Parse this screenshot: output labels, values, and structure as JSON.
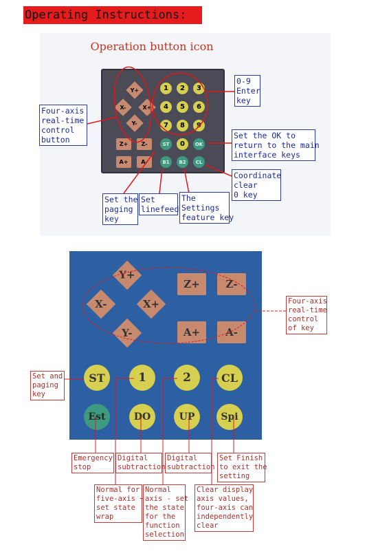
{
  "header": {
    "title": "Operating Instructions:"
  },
  "subtitle": "Operation button icon",
  "keypad1": {
    "arrows": [
      "Y+",
      "X-",
      "X+",
      "Y-"
    ],
    "digits": [
      "1",
      "2",
      "3",
      "4",
      "5",
      "6",
      "7",
      "8",
      "9"
    ],
    "row4": [
      "Z+",
      "Z-",
      "ST",
      "0",
      "OK"
    ],
    "row5": [
      "A+",
      "A-",
      "B1",
      "B2",
      "CL"
    ]
  },
  "labels1": {
    "four_axis": "Four-axis\nreal-time\ncontrol\nbutton",
    "digits_enter": "0-9\nEnter\nkey",
    "ok_key": "Set the OK to\nreturn to the main\ninterface keys",
    "coord_clear": "Coordinate\nclear\n0 key",
    "paging": "Set the\npaging\nkey",
    "linefeed": "Set\nlinefeed",
    "settings": "The\nSettings\nfeature key"
  },
  "keypad2": {
    "arrows": [
      "Y+",
      "X-",
      "X+",
      "Y-"
    ],
    "zkeys": [
      "Z+",
      "Z-"
    ],
    "akeys": [
      "A+",
      "A-"
    ],
    "row1": [
      "ST",
      "1",
      "2",
      "CL"
    ],
    "row2": [
      "Est",
      "DO",
      "UP",
      "Spi"
    ]
  },
  "labels2": {
    "four_axis": "Four-axis\nreal-time\ncontrol\nof key",
    "paging": "Set and\npaging\nkey",
    "emergency": "Emergency\nstop",
    "digital_sub_1": "Digital\nsubtraction",
    "digital_sub_2": "Digital\nsubtraction",
    "finish": "Set Finish\nto exit the\nsetting",
    "five_axis": "Normal for\nfive-axis +\nset state\nwrap",
    "normal_axis": "Normal\naxis - set\nthe state\nfor the\nfunction\nselection",
    "clear_display": "Clear display\naxis values,\nfour-axis can\nindependently\nclear"
  },
  "colors": {
    "header_bg": "#e61b1b",
    "subtitle": "#c8321e",
    "label_blue": "#1b2aa0",
    "label_red": "#a8322d",
    "keypad2_bg": "#2d5fa3",
    "key_orange": "#c88a6e",
    "key_yellow": "#d6cf4f",
    "key_green": "#3d9a80"
  }
}
